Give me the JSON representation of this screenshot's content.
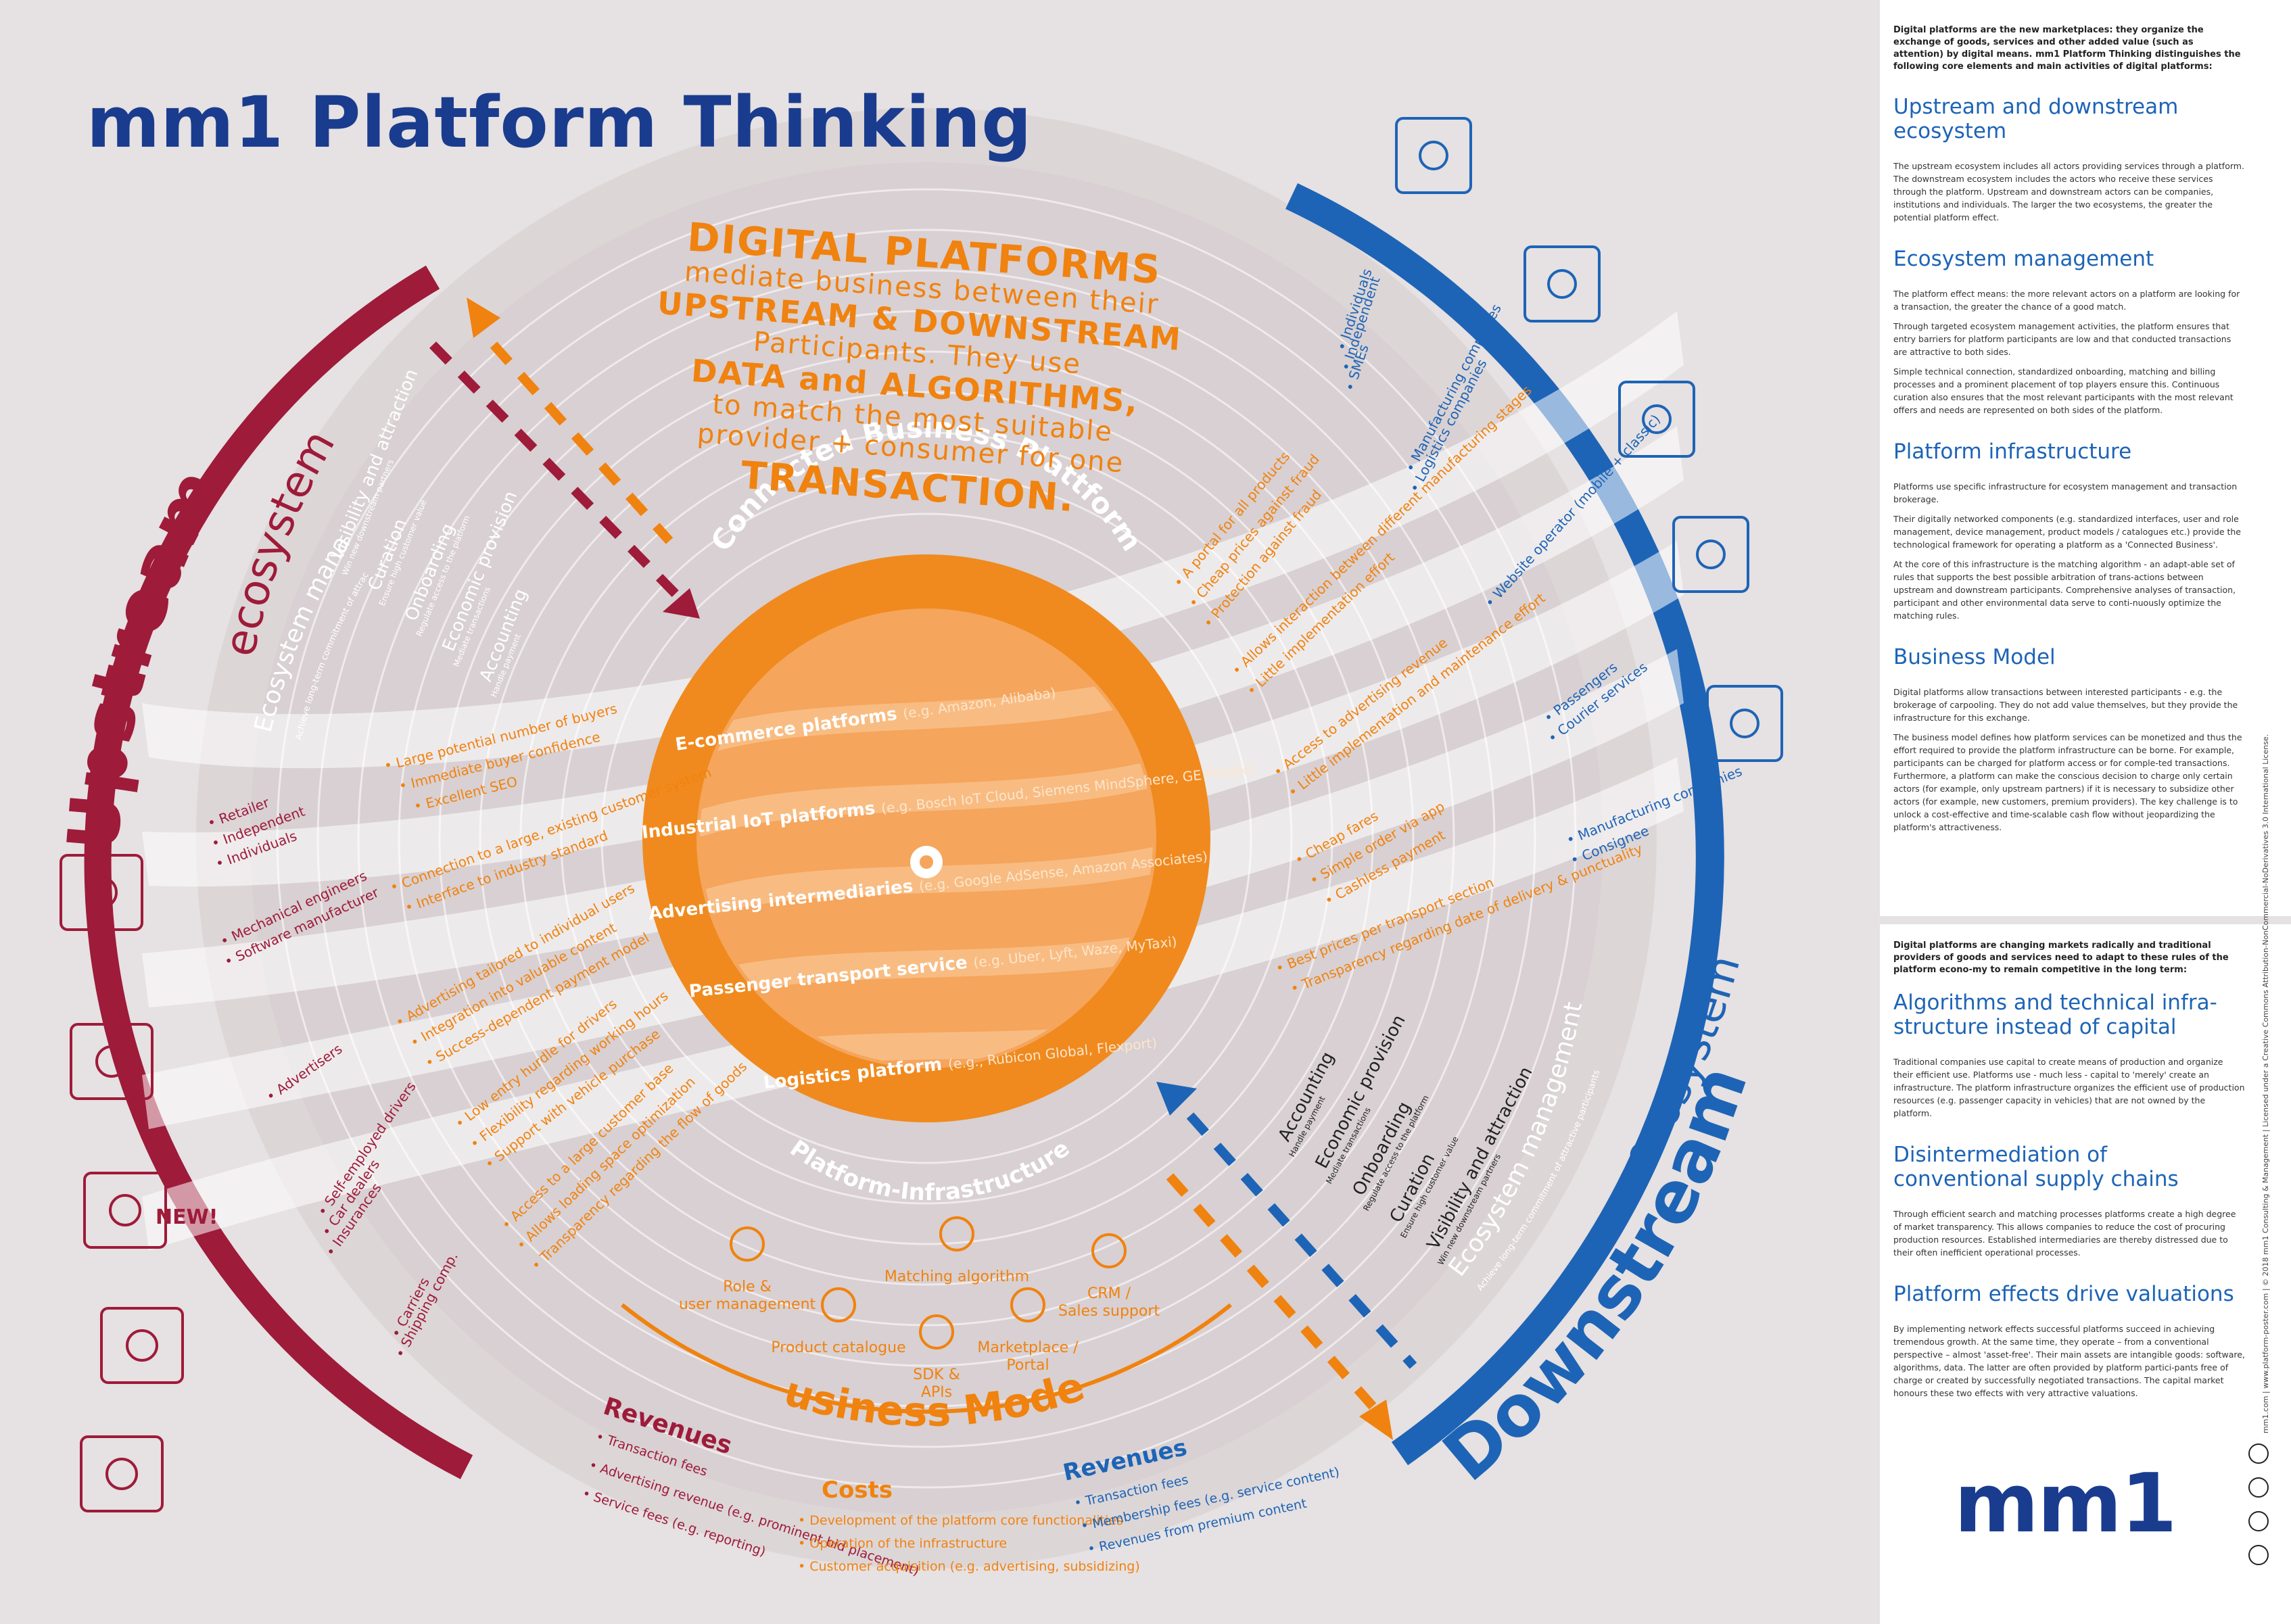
{
  "title": "mm1 Platform Thinking",
  "center": {
    "headline_lines": [
      "DIGITAL PLATFORMS",
      "mediate business between their",
      "UPSTREAM & DOWNSTREAM",
      "Participants. They use",
      "DATA and ALGORITHMS,",
      "to match the most suitable",
      "provider + consumer for one",
      "TRANSACTION."
    ],
    "ring_top": "Connected Business Plattform",
    "ring_bottom": "Platform-Infrastructure",
    "platforms": [
      {
        "name": "E-commerce platforms",
        "example": "(e.g. Amazon, Alibaba)"
      },
      {
        "name": "Industrial IoT platforms",
        "example": "(e.g. Bosch IoT Cloud, Siemens MindSphere, GE Predix)"
      },
      {
        "name": "Advertising intermediaries",
        "example": "(e.g. Google AdSense, Amazon Associates)"
      },
      {
        "name": "Passenger transport service",
        "example": "(e.g. Uber, Lyft, Waze, MyTaxi)"
      },
      {
        "name": "Logistics platform",
        "example": "(e.g., Rubicon Global, Flexport)"
      }
    ]
  },
  "upstream": {
    "label_main": "Upstream",
    "label_sub": "ecosystem",
    "management_title": "Ecosystem management",
    "management_sub": "Achieve long-term commitment of attractive participants",
    "activities": [
      {
        "name": "Visibility and attraction",
        "note": "Win new downstream partners"
      },
      {
        "name": "Curation",
        "note": "Ensure high customer value"
      },
      {
        "name": "Onboarding",
        "note": "Regulate access to the platform"
      },
      {
        "name": "Economic provision",
        "note": "Mediate transactions"
      },
      {
        "name": "Accounting",
        "note": "Handle payment"
      }
    ],
    "actors": [
      [
        "Retailer",
        "Independent",
        "Individuals"
      ],
      [
        "Mechanical engineers",
        "Software manufacturer"
      ],
      [
        "Advertisers"
      ],
      [
        "Self-employed drivers",
        "Car dealers",
        "Insurances"
      ],
      [
        "Carriers",
        "Shipping comp."
      ]
    ],
    "benefits": [
      [
        "Large potential number of buyers",
        "Immediate buyer confidence",
        "Excellent SEO"
      ],
      [
        "Connection to a large, existing customer system",
        "Interface to industry standard"
      ],
      [
        "Advertising tailored to individual users",
        "Integration into valuable content",
        "Success-dependent payment model"
      ],
      [
        "Low entry hurdle for drivers",
        "Flexibility regarding working hours",
        "Support with vehicle purchase"
      ],
      [
        "Access to a large customer base",
        "Allows loading space optimization",
        "Transparency regarding the flow of goods"
      ]
    ]
  },
  "downstream": {
    "label_main": "Downstream",
    "label_sub": "ecosystem",
    "management_title": "Ecosystem management",
    "management_sub": "Achieve long-term commitment of attractive participants",
    "activities": [
      {
        "name": "Accounting",
        "note": "Handle payment"
      },
      {
        "name": "Economic provision",
        "note": "Mediate transactions"
      },
      {
        "name": "Onboarding",
        "note": "Regulate access to the platform"
      },
      {
        "name": "Curation",
        "note": "Ensure high customer value"
      },
      {
        "name": "Visibility and attraction",
        "note": "Win new downstream partners"
      }
    ],
    "actors": [
      [
        "Individuals",
        "Independent",
        "SMEs"
      ],
      [
        "Manufacturing companies",
        "Logistics companies"
      ],
      [
        "Website operator (mobile + classic)"
      ],
      [
        "Passengers",
        "Courier services"
      ],
      [
        "Manufacturing companies",
        "Consignee"
      ]
    ],
    "benefits": [
      [
        "A portal for all products",
        "Cheap prices against fraud",
        "Protection against fraud"
      ],
      [
        "Allows interaction between different manufacturing stages",
        "Little implementation effort"
      ],
      [
        "Access to advertising revenue",
        "Little implementation and maintenance effort"
      ],
      [
        "Cheap fares",
        "Simple order via app",
        "Cashless payment"
      ],
      [
        "Best prices per transport section",
        "Transparency regarding date of delivery & punctuality"
      ]
    ]
  },
  "infrastructure": {
    "items": [
      "Role & user management",
      "Matching algorithm",
      "CRM / Sales support",
      "Product catalogue",
      "SDK & APIs",
      "Marketplace / Portal"
    ]
  },
  "business_model": {
    "title": "Business Model",
    "revenues_left_title": "Revenues",
    "revenues_left": [
      "Transaction fees",
      "Advertising revenue (e.g. prominent bid placement)",
      "Service fees (e.g. reporting)"
    ],
    "costs_title": "Costs",
    "costs": [
      "Development of the platform core functionalities",
      "Operation of the infrastructure",
      "Customer acquisition (e.g. advertising, subsidizing)"
    ],
    "revenues_right_title": "Revenues",
    "revenues_right": [
      "Transaction fees",
      "Membership fees (e.g. service content)",
      "Revenues from premium content"
    ]
  },
  "icons_upstream": [
    "shop-ducks-icon",
    "tablet-tools-icon",
    "new-firework-icon",
    "taxi-driver-icon",
    "factory-icon"
  ],
  "icon_new_text": "NEW!",
  "icons_downstream": [
    "woman-tablet-icon",
    "robot-arm-icon",
    "website-icon",
    "taxi-phone-icon",
    "container-ship-icon"
  ],
  "sidebar": {
    "intro1": "Digital platforms are the new marketplaces: they organize the exchange of goods, services and other added value (such as attention) by digital means. mm1 Platform Thinking distinguishes the following core elements and main activities of digital platforms:",
    "sections1": [
      {
        "head": "Upstream and downstream ecosystem",
        "paras": [
          "The upstream ecosystem includes all actors providing services through a platform. The downstream ecosystem includes the actors who receive these services through the platform. Upstream and downstream actors can be companies, institutions and individuals. The larger the two ecosystems, the greater the potential platform effect."
        ]
      },
      {
        "head": "Ecosystem management",
        "paras": [
          "The platform effect means: the more relevant actors on a platform are looking for a transaction, the greater the chance of a good match.",
          "Through targeted ecosystem management activities, the platform ensures that entry barriers for platform participants are low and that conducted transactions are attractive to both sides.",
          "Simple technical connection, standardized onboarding, matching and billing processes and a prominent placement of top players ensure this. Continuous curation also ensures that the most relevant participants with the most relevant offers and needs are represented on both sides of the platform."
        ]
      },
      {
        "head": "Platform infrastructure",
        "paras": [
          "Platforms use specific infrastructure for ecosystem management and transaction brokerage.",
          "Their digitally networked components (e.g. standardized interfaces, user and role management, device management, product models / catalogues etc.) provide the technological framework for operating a platform as a 'Connected Business'.",
          "At the core of this infrastructure is the matching algorithm - an adapt-able set of rules that supports the best possible arbitration of trans-actions between upstream and downstream participants. Comprehensive analyses of transaction, participant and other environmental data serve to conti-nuously optimize the matching rules."
        ]
      },
      {
        "head": "Business Model",
        "paras": [
          "Digital platforms allow transactions between interested participants - e.g. the brokerage of carpooling. They do not add value themselves, but they provide the infrastructure for this exchange.",
          "The business model defines how platform services can be monetized and thus the effort required to provide the platform infrastructure can be borne. For example, participants can be charged for platform access or for comple-ted transactions. Furthermore, a platform can make the conscious decision to charge only certain actors (for example, only upstream partners) if it is necessary to subsidize other actors (for example, new customers, premium providers). The key challenge is to unlock a cost-effective and time-scalable cash flow without jeopardizing the platform's attractiveness."
        ]
      }
    ],
    "intro2": "Digital platforms are changing markets radically and traditional providers of goods and services need to adapt to these rules of the platform econo-my to remain competitive in the long term:",
    "sections2": [
      {
        "head": "Algorithms and technical infra-structure instead of capital",
        "paras": [
          "Traditional companies use capital to create means of production and organize their efficient use. Platforms use - much less - capital to 'merely' create an infrastructure. The platform infrastructure organizes the efficient use of production resources (e.g. passenger capacity in vehicles) that are not owned by the platform."
        ]
      },
      {
        "head": "Disintermediation of conventional supply chains",
        "paras": [
          "Through efficient search and matching processes platforms create a high degree of market transparency. This allows companies to reduce the cost of procuring production resources. Established intermediaries are thereby distressed due to their often inefficient operational processes."
        ]
      },
      {
        "head": "Platform effects drive valuations",
        "paras": [
          "By implementing network effects successful platforms succeed in achieving tremendous growth. At the same time, they operate – from a conventional perspective – almost 'asset-free'. Their main assets are intangible goods: software, algorithms, data. The latter are often provided by platform partici-pants free of charge or created by successfully negotiated transactions. The capital market honours these two effects with very attractive valuations."
        ]
      }
    ],
    "logo": "mm1",
    "license": "mm1.com | www.platform-poster.com | © 2018 mm1 Consulting & Management | Licensed under a Creative Commons Attribution-NonCommercial-NoDerivatives 3.0 International License."
  },
  "colors": {
    "blue_dark": "#1a3c8e",
    "blue": "#1d64b6",
    "orange": "#f0820f",
    "red": "#9e1b3a",
    "bg": "#e6e1e2"
  }
}
